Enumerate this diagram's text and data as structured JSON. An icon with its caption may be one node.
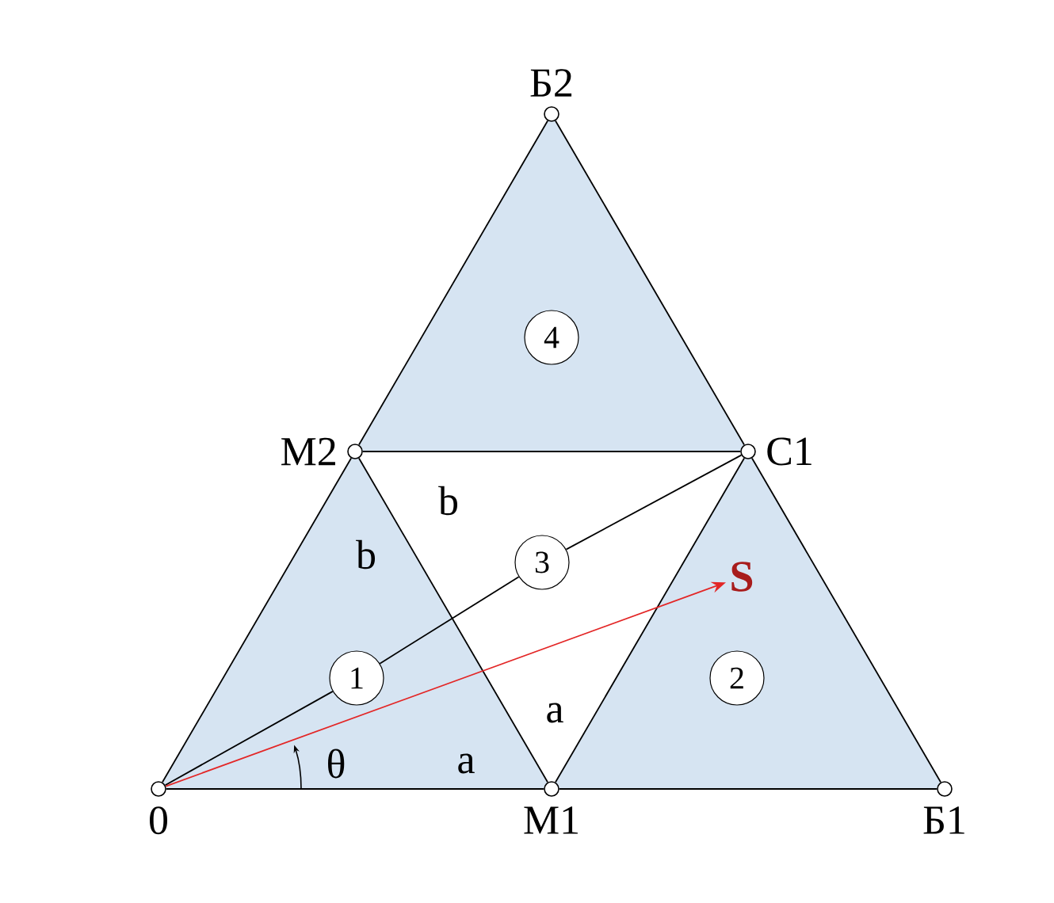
{
  "diagram": {
    "nodes": [
      {
        "text": [
          "Б2"
        ]
      },
      {
        "text": [
          "М2"
        ]
      },
      {
        "text": [
          "С1"
        ]
      },
      {
        "text": [
          "S"
        ]
      },
      {
        "text": [
          "4"
        ]
      },
      {
        "text": [
          "3"
        ]
      },
      {
        "text": [
          "1"
        ]
      },
      {
        "text": [
          "2"
        ]
      },
      {
        "text": [
          "0"
        ]
      },
      {
        "text": [
          "М1"
        ]
      },
      {
        "text": [
          "Б1"
        ]
      }
    ],
    "edges": [
      {
        "from": 8,
        "to": 9,
        "arrow": "none"
      },
      {
        "from": 9,
        "to": 10,
        "arrow": "none"
      },
      {
        "from": 10,
        "to": 2,
        "arrow": "none"
      },
      {
        "from": 2,
        "to": 0,
        "arrow": "none"
      },
      {
        "from": 0,
        "to": 1,
        "arrow": "none"
      },
      {
        "from": 1,
        "to": 8,
        "arrow": "none"
      },
      {
        "from": 1,
        "to": 2,
        "arrow": "none"
      },
      {
        "from": 1,
        "to": 9,
        "arrow": "none"
      },
      {
        "from": 9,
        "to": 2,
        "arrow": "none"
      },
      {
        "from": 8,
        "to": 6,
        "arrow": "none"
      },
      {
        "from": 6,
        "to": 5,
        "arrow": "none"
      },
      {
        "from": 5,
        "to": 2,
        "arrow": "none"
      },
      {
        "from": 8,
        "to": 3,
        "arrow": "to",
        "color": "#e32626"
      }
    ],
    "labels": [
      "b",
      "b",
      "a",
      "θ",
      "a"
    ]
  }
}
